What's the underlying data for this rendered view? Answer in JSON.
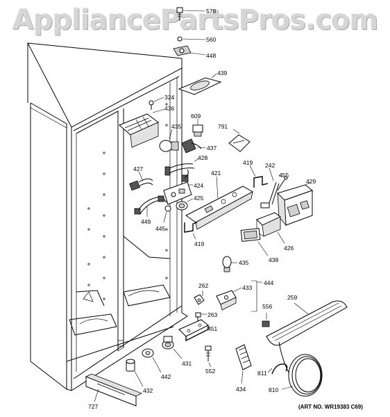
{
  "watermark": "AppliancePartsPros.com",
  "art_number": "(ART NO. WR19383 C69)",
  "parts": {
    "p578": "578",
    "p560": "560",
    "p448": "448",
    "p439": "439",
    "p324": "324",
    "p436": "436",
    "p609": "609",
    "p435a": "435",
    "p791": "791",
    "p437": "437",
    "p428": "428",
    "p427": "427",
    "p424": "424",
    "p425": "425",
    "p449": "449",
    "p445": "445",
    "p421": "421",
    "p419a": "419",
    "p419b": "419",
    "p242": "242",
    "p455": "455",
    "p429": "429",
    "p426": "426",
    "p438": "438",
    "p435b": "435",
    "p444": "444",
    "p433": "433",
    "p262": "262",
    "p263": "263",
    "p451": "451",
    "p431": "431",
    "p552": "552",
    "p556": "556",
    "p259": "259",
    "p442": "442",
    "p432": "432",
    "p727": "727",
    "p434": "434",
    "p811": "811",
    "p810": "810"
  },
  "colors": {
    "line": "#000000",
    "watermark": "#d6d6d6"
  }
}
